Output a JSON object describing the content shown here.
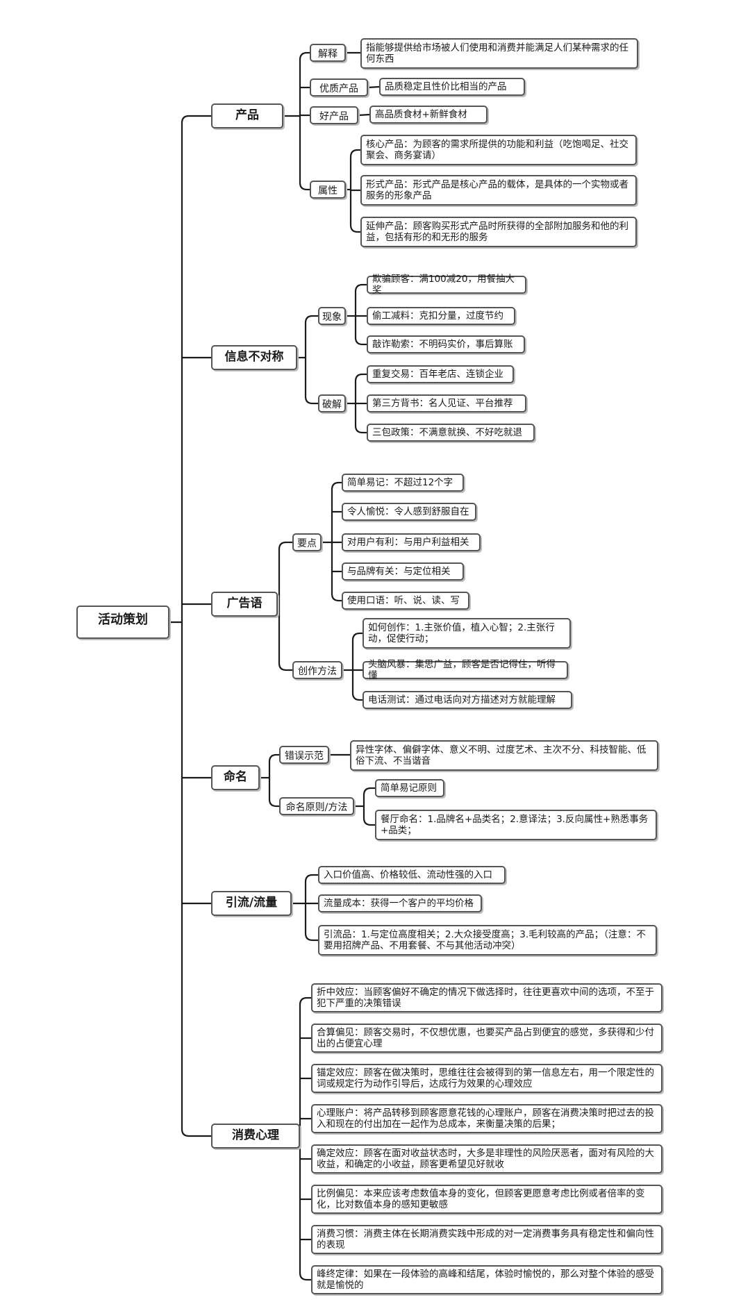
{
  "root": "活动策划",
  "branches": [
    {
      "label": "产品",
      "children": [
        {
          "label": "解释",
          "children": [
            {
              "label": "指能够提供给市场被人们使用和消费并能满足人们某种需求的任何东西"
            }
          ]
        },
        {
          "label": "优质产品",
          "children": [
            {
              "label": "品质稳定且性价比相当的产品"
            }
          ]
        },
        {
          "label": "好产品",
          "children": [
            {
              "label": "高品质食材+新鲜食材"
            }
          ]
        },
        {
          "label": "属性",
          "children": [
            {
              "label": "核心产品：为顾客的需求所提供的功能和利益（吃饱喝足、社交聚会、商务宴请）"
            },
            {
              "label": "形式产品：形式产品是核心产品的载体，是具体的一个实物或者服务的形象产品"
            },
            {
              "label": "延伸产品：顾客购买形式产品时所获得的全部附加服务和他的利益，包括有形的和无形的服务"
            }
          ]
        }
      ]
    },
    {
      "label": "信息不对称",
      "children": [
        {
          "label": "现象",
          "children": [
            {
              "label": "欺骗顾客：满100减20，用餐抽大奖"
            },
            {
              "label": "偷工减料：克扣分量，过度节约"
            },
            {
              "label": "敲诈勒索：不明码实价，事后算账"
            }
          ]
        },
        {
          "label": "破解",
          "children": [
            {
              "label": "重复交易：百年老店、连锁企业"
            },
            {
              "label": "第三方背书：名人见证、平台推荐"
            },
            {
              "label": "三包政策：不满意就换、不好吃就退"
            }
          ]
        }
      ]
    },
    {
      "label": "广告语",
      "children": [
        {
          "label": "要点",
          "children": [
            {
              "label": "简单易记：不超过12个字"
            },
            {
              "label": "令人愉悦：令人感到舒服自在"
            },
            {
              "label": "对用户有利：与用户利益相关"
            },
            {
              "label": "与品牌有关：与定位相关"
            },
            {
              "label": "使用口语：听、说、读、写"
            }
          ]
        },
        {
          "label": "创作方法",
          "children": [
            {
              "label": "如何创作：1.主张价值，植入心智；2.主张行动，促使行动；"
            },
            {
              "label": "头脑风暴：集思广益，顾客是否记得住，听得懂"
            },
            {
              "label": "电话测试：通过电话向对方描述对方就能理解"
            }
          ]
        }
      ]
    },
    {
      "label": "命名",
      "children": [
        {
          "label": "错误示范",
          "children": [
            {
              "label": "异性字体、偏僻字体、意义不明、过度艺术、主次不分、科技智能、低俗下流、不当谐音"
            }
          ]
        },
        {
          "label": "命名原则/方法",
          "children": [
            {
              "label": "简单易记原则"
            },
            {
              "label": "餐厅命名：1.品牌名+品类名；2.意译法；3.反向属性+熟悉事务+品类；"
            }
          ]
        }
      ]
    },
    {
      "label": "引流/流量",
      "children": [
        {
          "label": "入口价值高、价格较低、流动性强的入口"
        },
        {
          "label": "流量成本：获得一个客户的平均价格"
        },
        {
          "label": "引流品：1.与定位高度相关；2.大众接受度高；3.毛利较高的产品；（注意：不要用招牌产品、不用套餐、不与其他活动冲突）"
        }
      ]
    },
    {
      "label": "消费心理",
      "children": [
        {
          "label": "折中效应：当顾客偏好不确定的情况下做选择时，往往更喜欢中间的选项，不至于犯下严重的决策错误"
        },
        {
          "label": "合算偏见：顾客交易时，不仅想优惠，也要买产品占到便宜的感觉，多获得和少付出的占便宜心理"
        },
        {
          "label": "锚定效应：顾客在做决策时，思维往往会被得到的第一信息左右，用一个限定性的词或规定行为动作引导后，达成行为效果的心理效应"
        },
        {
          "label": "心理账户：将产品转移到顾客愿意花钱的心理账户，顾客在消费决策时把过去的投入和现在的付出加在一起作为总成本，来衡量决策的后果；"
        },
        {
          "label": "确定效应：顾客在面对收益状态时，大多是非理性的风险厌恶者，面对有风险的大收益，和确定的小收益，顾客更希望见好就收"
        },
        {
          "label": "比例偏见：本来应该考虑数值本身的变化，但顾客更愿意考虑比例或者倍率的变化，比对数值本身的感知更敏感"
        },
        {
          "label": "消费习惯：消费主体在长期消费实践中形成的对一定消费事务具有稳定性和偏向性的表现"
        },
        {
          "label": "峰终定律：如果在一段体验的高峰和结尾，体验时愉悦的，那么对整个体验的感受就是愉悦的"
        }
      ]
    }
  ]
}
